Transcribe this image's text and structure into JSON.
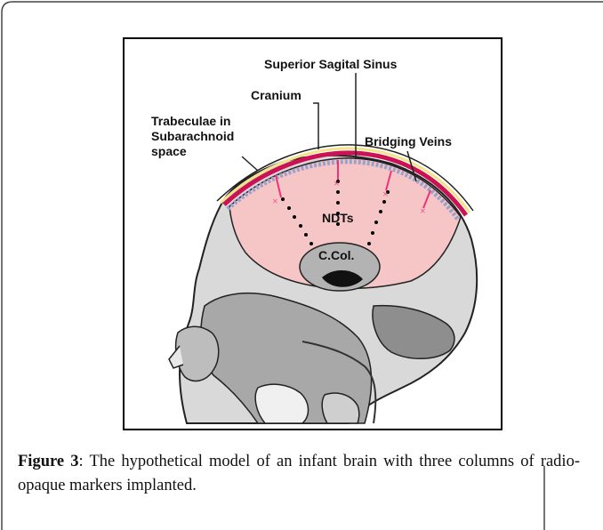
{
  "figure": {
    "labels": {
      "superior_sagital_sinus": "Superior Sagital Sinus",
      "cranium": "Cranium",
      "trabeculae_line1": "Trabeculae in",
      "trabeculae_line2": "Subarachnoid",
      "trabeculae_line3": "space",
      "bridging_veins": "Bridging Veins",
      "ndts": "NDTs",
      "c_col": "C.Col."
    },
    "colors": {
      "brain": "#f6c6c6",
      "vessel": "#cc1155",
      "marker": "#ee3377",
      "skull_light": "#d9d9d9",
      "skull_dark": "#8e8e8e"
    }
  },
  "caption": {
    "label": "Figure 3",
    "text": ": The hypothetical model of an infant brain with three columns of radio-opaque markers implanted."
  }
}
